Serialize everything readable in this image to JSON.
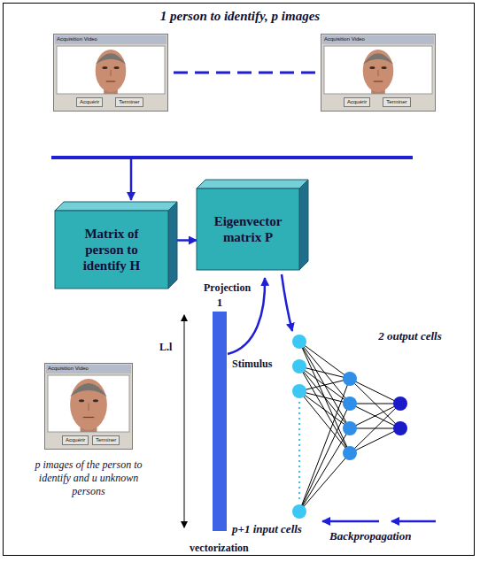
{
  "diagram": {
    "nodes": [
      {
        "text": [
          "Matrix of person to identify H"
        ]
      },
      {
        "text": [
          "Eigenvector matrix P"
        ]
      }
    ],
    "edges": [
      {
        "from": 0,
        "to": 1,
        "arrow": "to"
      }
    ],
    "labels": [
      "1 person to identify, p images",
      "Acquisition Video",
      "Acquérir",
      "Terminer",
      "Acquisition Video",
      "Acquérir",
      "Terminer",
      "1",
      "L.l",
      "Projection",
      "Acquisition Video",
      "Acquérir",
      "Terminer",
      "p images of the person to identify and u unknown persons",
      "vectorization",
      "Stimulus",
      "2 output cells",
      "p+1 input cells",
      "Backpropagation"
    ]
  }
}
